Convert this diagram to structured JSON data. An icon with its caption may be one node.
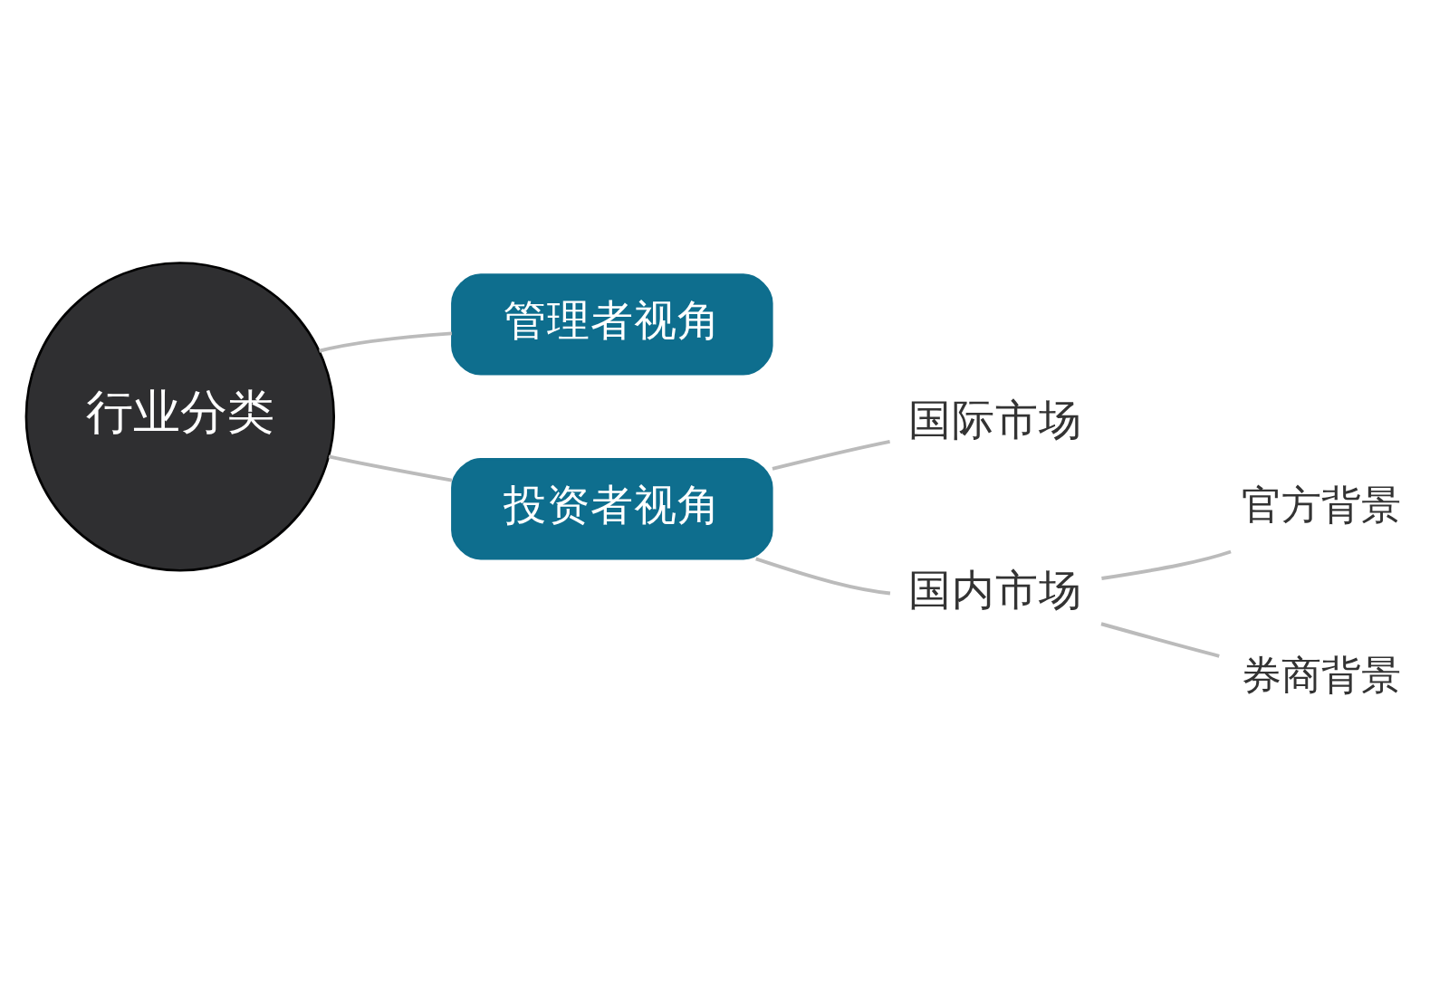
{
  "diagram": {
    "nodes": [
      {
        "text": [
          "行业分类"
        ]
      },
      {
        "text": [
          "管理者视角"
        ]
      },
      {
        "text": [
          "投资者视角"
        ]
      },
      {
        "text": [
          "国际市场"
        ]
      },
      {
        "text": [
          "国内市场"
        ]
      },
      {
        "text": [
          "官方背景"
        ]
      },
      {
        "text": [
          "券商背景"
        ]
      }
    ],
    "edges": [
      {
        "from": 0,
        "to": 1,
        "arrow": "none"
      },
      {
        "from": 0,
        "to": 2,
        "arrow": "none"
      },
      {
        "from": 2,
        "to": 3,
        "arrow": "none"
      },
      {
        "from": 2,
        "to": 4,
        "arrow": "none"
      },
      {
        "from": 4,
        "to": 5,
        "arrow": "none"
      },
      {
        "from": 4,
        "to": 6,
        "arrow": "none"
      }
    ]
  }
}
